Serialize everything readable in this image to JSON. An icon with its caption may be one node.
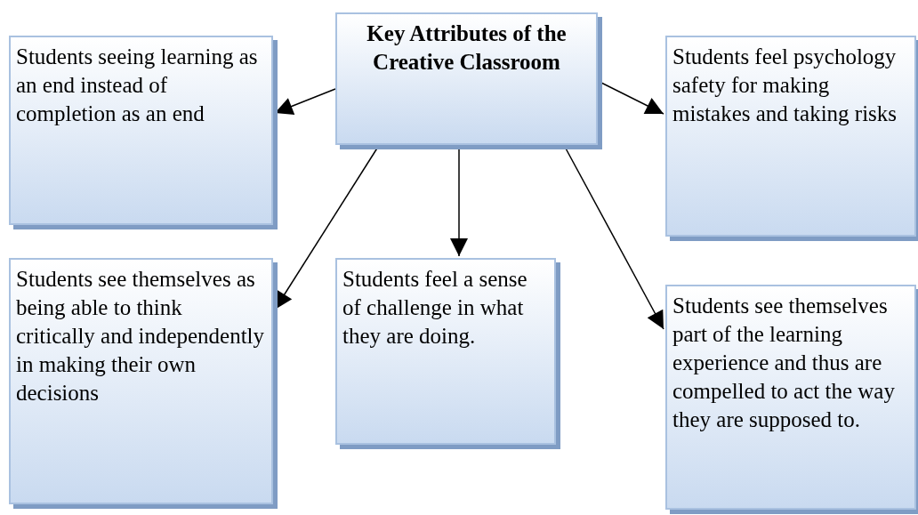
{
  "diagram": {
    "nodes": [
      {
        "text": [
          "Key Attributes of the Creative Classroom"
        ]
      },
      {
        "text": [
          "Students seeing learning as an end instead of completion as an end"
        ]
      },
      {
        "text": [
          "Students feel psychology safety for making mistakes and taking risks"
        ]
      },
      {
        "text": [
          "Students see themselves as being able to think critically and independently in making their own decisions"
        ]
      },
      {
        "text": [
          "Students feel a sense of challenge in what they are doing."
        ]
      },
      {
        "text": [
          "Students see themselves part of the learning experience and thus are compelled to act the way they are supposed to."
        ]
      }
    ],
    "edges": [
      {
        "from": 0,
        "to": 1,
        "arrow": "to"
      },
      {
        "from": 0,
        "to": 2,
        "arrow": "to"
      },
      {
        "from": 0,
        "to": 3,
        "arrow": "to"
      },
      {
        "from": 0,
        "to": 4,
        "arrow": "to"
      },
      {
        "from": 0,
        "to": 5,
        "arrow": "to"
      }
    ]
  }
}
